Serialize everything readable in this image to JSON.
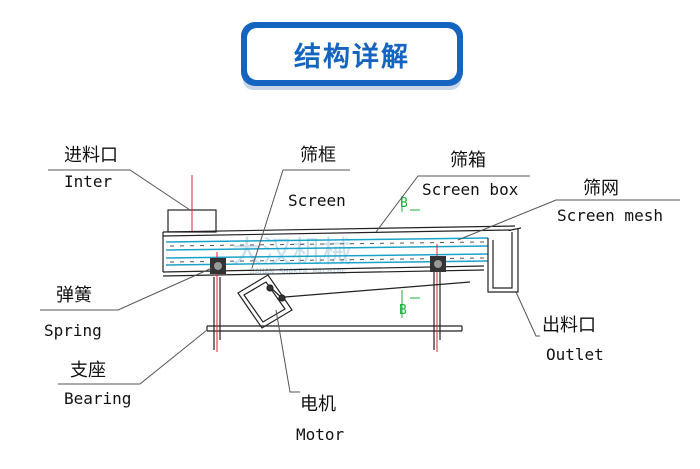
{
  "header": {
    "title": "结构详解"
  },
  "watermark": {
    "main": "大汉机械",
    "sub": "DAHAN SHAKER MACHINE"
  },
  "section_mark": "B",
  "labels": {
    "inlet": {
      "zh": "进料口",
      "en": "Inter"
    },
    "screen": {
      "zh": "筛框",
      "en": "Screen"
    },
    "screen_box": {
      "zh": "筛箱",
      "en": "Screen box"
    },
    "screen_mesh": {
      "zh": "筛网",
      "en": "Screen mesh"
    },
    "spring": {
      "zh": "弹簧",
      "en": "Spring"
    },
    "bearing": {
      "zh": "支座",
      "en": "Bearing"
    },
    "motor": {
      "zh": "电机",
      "en": "Motor"
    },
    "outlet": {
      "zh": "出料口",
      "en": "Outlet"
    }
  },
  "colors": {
    "accent": "#1565c0",
    "section_mark": "#1db33a",
    "screen_line": "#1aa3c9",
    "centerline": "#e0203a"
  }
}
